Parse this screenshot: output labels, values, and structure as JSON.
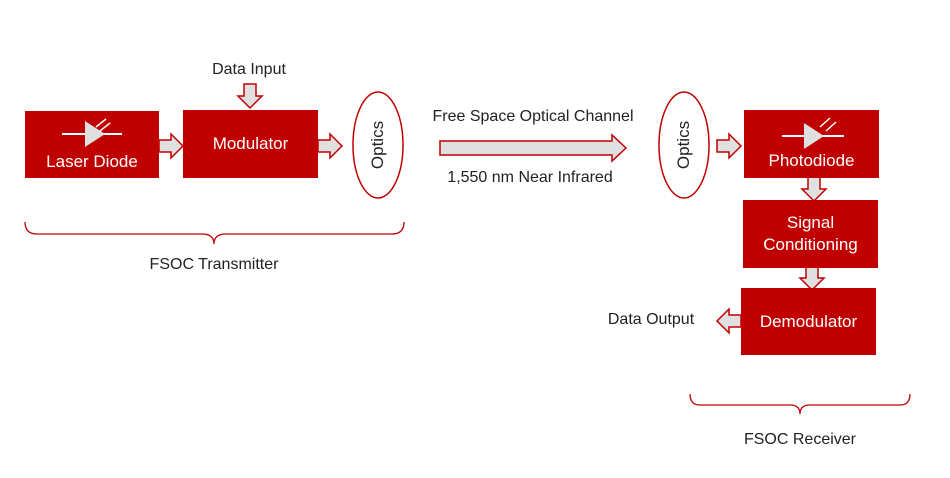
{
  "colors": {
    "block": "#C00000",
    "arrow_fill": "#E0E0E0",
    "arrow_stroke": "#C00000",
    "text": "#222222"
  },
  "transmitter": {
    "data_input": "Data Input",
    "laser_diode": "Laser Diode",
    "laser_icon": "laser-diode-symbol-icon",
    "modulator": "Modulator",
    "optics": "Optics",
    "label": "FSOC Transmitter"
  },
  "channel": {
    "title": "Free Space Optical Channel",
    "wavelength": "1,550 nm Near Infrared"
  },
  "receiver": {
    "optics": "Optics",
    "photodiode": "Photodiode",
    "photodiode_icon": "photodiode-symbol-icon",
    "signal_conditioning_1": "Signal",
    "signal_conditioning_2": "Conditioning",
    "demodulator": "Demodulator",
    "data_output": "Data Output",
    "label": "FSOC Receiver"
  }
}
